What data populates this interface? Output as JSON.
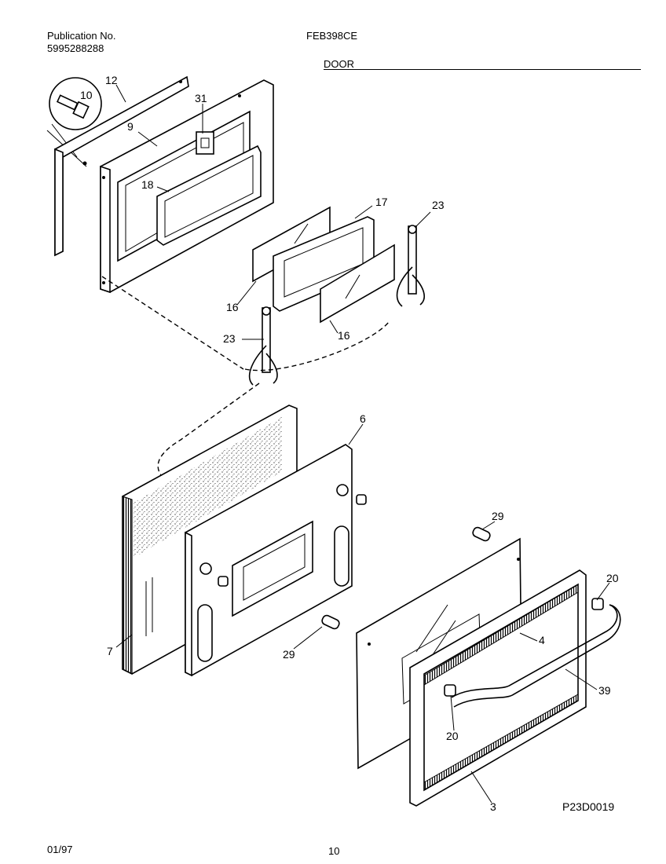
{
  "header": {
    "pub_label": "Publication No.",
    "pub_number": "5995288288",
    "model": "FEB398CE",
    "section": "DOOR"
  },
  "footer": {
    "date": "01/97",
    "page": "10"
  },
  "diagram_code": "P23D0019",
  "callouts": [
    {
      "id": "c12",
      "text": "12"
    },
    {
      "id": "c10",
      "text": "10"
    },
    {
      "id": "c31",
      "text": "31"
    },
    {
      "id": "c9",
      "text": "9"
    },
    {
      "id": "c18",
      "text": "18"
    },
    {
      "id": "c17",
      "text": "17"
    },
    {
      "id": "c23a",
      "text": "23"
    },
    {
      "id": "c16a",
      "text": "16"
    },
    {
      "id": "c16b",
      "text": "16"
    },
    {
      "id": "c23b",
      "text": "23"
    },
    {
      "id": "c6",
      "text": "6"
    },
    {
      "id": "c29a",
      "text": "29"
    },
    {
      "id": "c20a",
      "text": "20"
    },
    {
      "id": "c4",
      "text": "4"
    },
    {
      "id": "c7",
      "text": "7"
    },
    {
      "id": "c29b",
      "text": "29"
    },
    {
      "id": "c39",
      "text": "39"
    },
    {
      "id": "c20b",
      "text": "20"
    },
    {
      "id": "c3",
      "text": "3"
    }
  ]
}
